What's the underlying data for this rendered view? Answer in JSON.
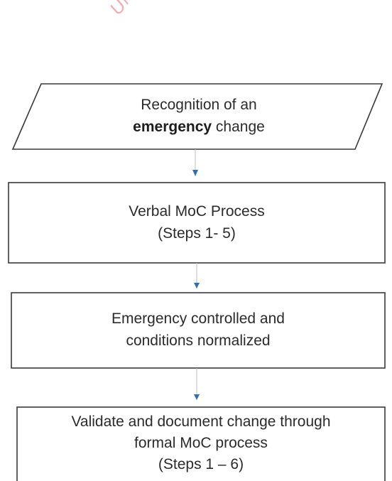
{
  "watermark": {
    "text": "UNC",
    "color": "#f08080"
  },
  "nodes": [
    {
      "id": "recognition",
      "shape": "parallelogram",
      "line1": "Recognition of an",
      "line2_bold": "emergency",
      "line2_rest": " change"
    },
    {
      "id": "verbal-moc",
      "shape": "rectangle",
      "line1": "Verbal MoC Process",
      "line2": "(Steps 1- 5)"
    },
    {
      "id": "emergency-controlled",
      "shape": "rectangle",
      "line1": "Emergency controlled and",
      "line2": "conditions normalized"
    },
    {
      "id": "validate-document",
      "shape": "rectangle",
      "line1": "Validate and document change through",
      "line2": "formal MoC process",
      "line3": "(Steps 1 – 6)"
    }
  ],
  "edges": [
    {
      "from": "recognition",
      "to": "verbal-moc"
    },
    {
      "from": "verbal-moc",
      "to": "emergency-controlled"
    },
    {
      "from": "emergency-controlled",
      "to": "validate-document"
    }
  ],
  "colors": {
    "border": "#3a3a3a",
    "arrow": "#2f6fb5",
    "text": "#2b2b2b"
  }
}
